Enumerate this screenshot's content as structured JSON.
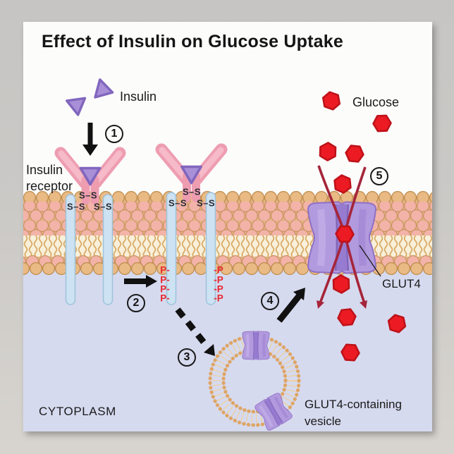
{
  "title": "Effect of Insulin on Glucose Uptake",
  "labels": {
    "insulin": "Insulin",
    "glucose": "Glucose",
    "receptor_line1": "Insulin",
    "receptor_line2": "receptor",
    "glut4": "GLUT4",
    "cytoplasm": "CYTOPLASM",
    "vesicle_line1": "GLUT4-containing",
    "vesicle_line2": "vesicle"
  },
  "steps": [
    {
      "number": "1"
    },
    {
      "number": "2"
    },
    {
      "number": "3"
    },
    {
      "number": "4"
    },
    {
      "number": "5"
    }
  ],
  "annotations": {
    "disulfide_bond": "S–S",
    "phosphate_left": "P-",
    "phosphate_right": "-P"
  },
  "colors": {
    "glucose_red": "#ec1b23",
    "insulin_purple": "#a88fd8",
    "receptor_pink": "#f2a8ba",
    "glut4_purple": "#b29ade",
    "membrane_tan": "#eaba85",
    "membrane_pink": "#f3b3a8",
    "stalk_blue": "#cde2f2",
    "cytoplasm_blue": "#d6daef",
    "transport_arrow_red": "#a5253a",
    "text_black": "#1a1a1a"
  }
}
